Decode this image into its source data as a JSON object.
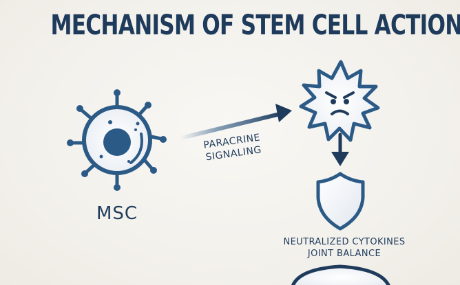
{
  "title": "MECHANISM OF STEM CELL ACTION",
  "msc": {
    "label": "MSC",
    "icon": "stem-cell-icon"
  },
  "paracrine": {
    "line1": "PARACRINE",
    "line2": "SIGNALING"
  },
  "inflamed_cell": {
    "icon": "angry-inflamed-cell-icon"
  },
  "shield": {
    "icon": "shield-icon"
  },
  "outcome": {
    "line1": "NEUTRALIZED CYTOKINES",
    "line2": "JOINT BALANCE"
  },
  "colors": {
    "primary": "#1f3b5c",
    "accent": "#2c5a86",
    "background": "#f4f2ed"
  }
}
